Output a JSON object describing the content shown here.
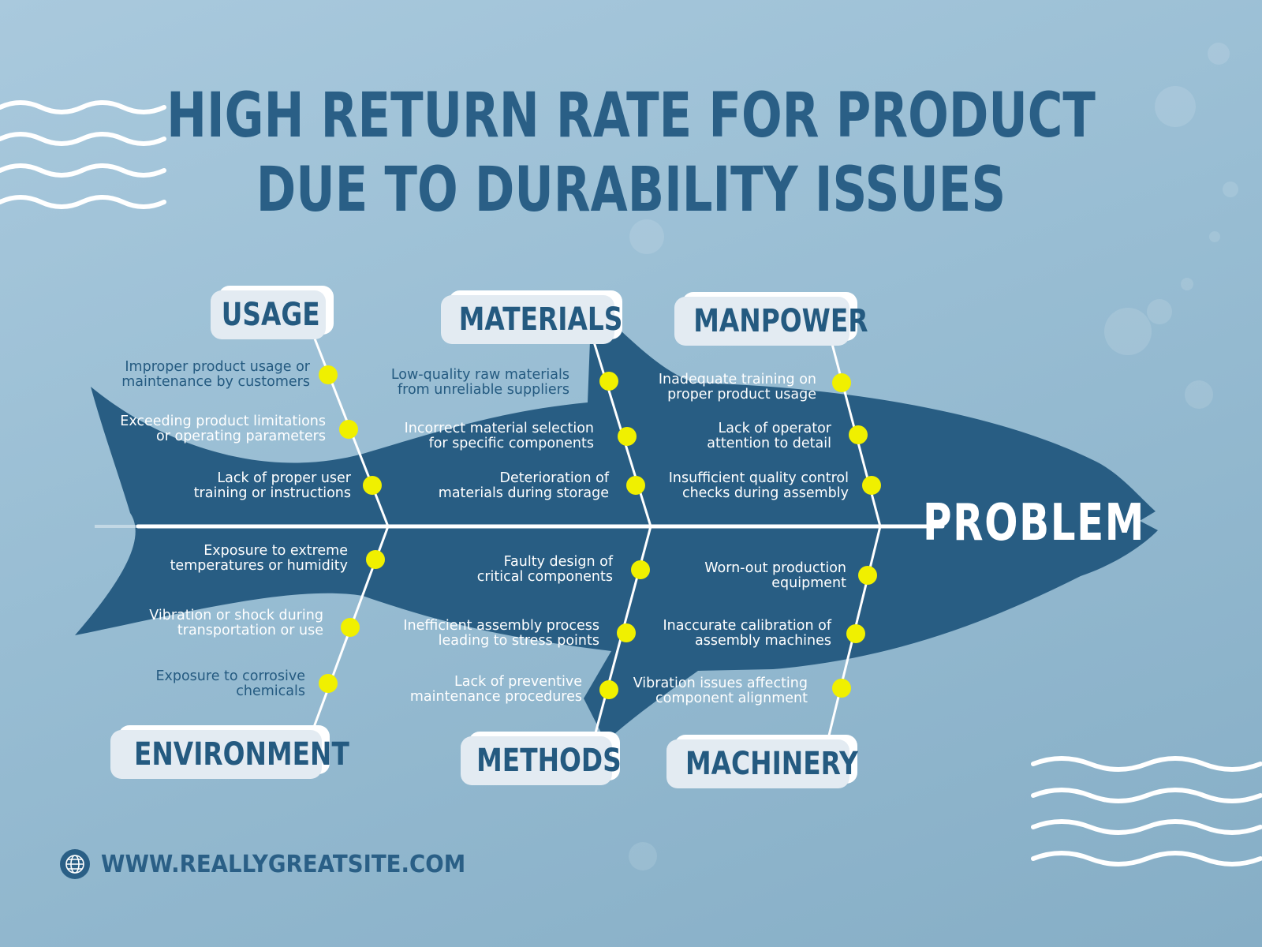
{
  "title": {
    "line1": "HIGH RETURN RATE FOR PRODUCT",
    "line2": "DUE TO DURABILITY ISSUES"
  },
  "problem": "PROBLEM",
  "categories": {
    "usage": "USAGE",
    "materials": "MATERIALS",
    "manpower": "MANPOWER",
    "environment": "ENVIRONMENT",
    "methods": "METHODS",
    "machinery": "MACHINERY"
  },
  "causes": {
    "usage": [
      "Improper product usage or\nmaintenance by customers",
      "Exceeding product limitations\nor operating parameters",
      "Lack of proper user\ntraining or instructions"
    ],
    "materials": [
      "Low-quality raw materials\nfrom unreliable suppliers",
      "Incorrect material selection\nfor specific components",
      "Deterioration of\nmaterials during storage"
    ],
    "manpower": [
      "Inadequate training on\nproper product usage",
      "Lack of operator\nattention to detail",
      "Insufficient quality control\nchecks during assembly"
    ],
    "environment": [
      "Exposure to extreme\ntemperatures or humidity",
      "Vibration or shock during\ntransportation or use",
      "Exposure to corrosive\nchemicals"
    ],
    "methods": [
      "Faulty design of\ncritical components",
      "Inefficient assembly process\nleading to stress points",
      "Lack of preventive\nmaintenance procedures"
    ],
    "machinery": [
      "Worn-out production\nequipment",
      "Inaccurate calibration of\nassembly machines",
      "Vibration issues affecting\ncomponent alignment"
    ]
  },
  "footer": {
    "website": "WWW.REALLYGREATSITE.COM"
  },
  "colors": {
    "fish": "#285d83",
    "dot": "#f0f000",
    "title": "#2a5f86",
    "label_bg": "#e3ebf2"
  },
  "icons": {
    "website": "globe-icon"
  }
}
